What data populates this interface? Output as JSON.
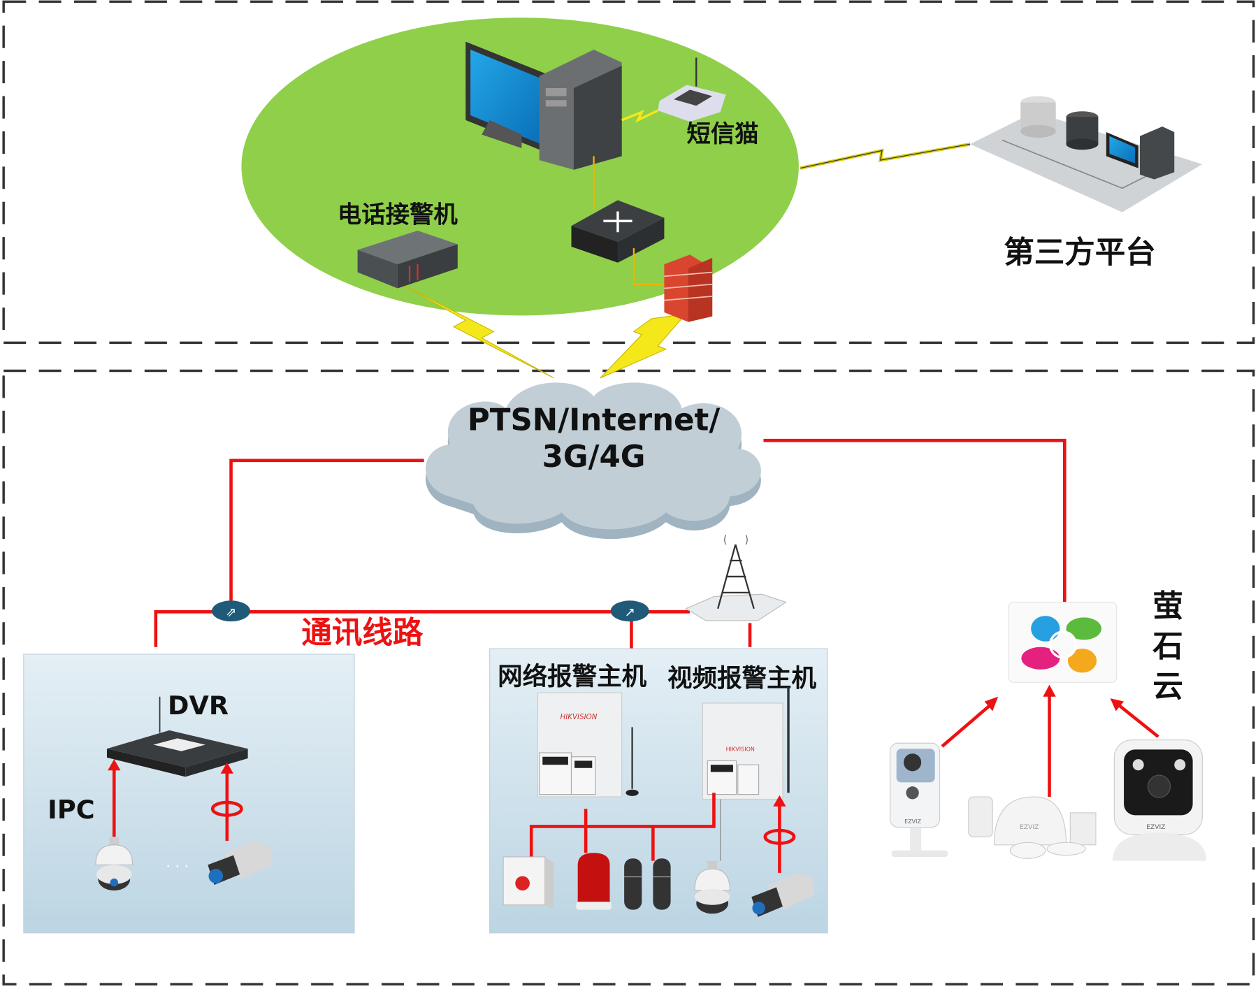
{
  "top_zone": {
    "sms_modem_label": "短信猫",
    "phone_alarm_receiver_label": "电话接警机",
    "third_party_label": "第三方平台"
  },
  "network": {
    "cloud_line1": "PTSN/Internet/",
    "cloud_line2": "3G/4G",
    "comm_line_label": "通讯线路"
  },
  "dvr_group": {
    "dvr_label": "DVR",
    "ipc_label": "IPC",
    "ellipsis": "· · ·"
  },
  "alarm_group": {
    "network_alarm_host_label": "网络报警主机",
    "video_alarm_host_label": "视频报警主机",
    "brand": "HIKVISION"
  },
  "ezviz": {
    "label_chars": [
      "萤",
      "石",
      "云"
    ],
    "device_brand": "EZVIZ"
  },
  "colors": {
    "link": "#ee1111",
    "lan_ellipse": "#8fcf4a",
    "cloud": "#b8c8d0",
    "lightning": "#f5e81a",
    "dashed_border": "#333333"
  }
}
